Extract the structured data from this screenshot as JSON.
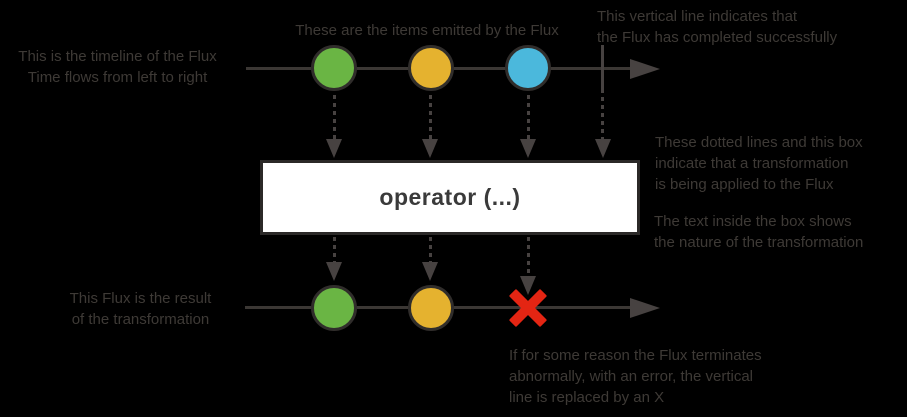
{
  "colors": {
    "background": "#000000",
    "annotation_text": "#3e3a36",
    "timeline_line": "#3b3734",
    "arrowhead": "#474241",
    "marble_border": "#302d2b",
    "marble_green": "#6ab544",
    "marble_yellow": "#e5b22f",
    "marble_blue": "#4bb8dc",
    "error_x": "#e42513",
    "operator_box_bg": "#ffffff",
    "operator_box_border": "#2b2928",
    "operator_text": "#3a3a3a"
  },
  "annotations": {
    "top_left": "This is the timeline of the Flux\nTime flows from left to right",
    "top_middle": "These are the items emitted by the Flux",
    "top_right": "This vertical line indicates that\nthe Flux has completed successfully",
    "right_transformation": "These dotted lines and this box\nindicate that a transformation\nis being applied to the Flux",
    "right_box_text": "The text inside the box shows\nthe nature of the transformation",
    "bottom_left": "This Flux is the result\nof the transformation",
    "bottom_right": "If for some reason the Flux terminates\nabnormally, with an error, the vertical\nline is replaced by an X"
  },
  "operator_box": {
    "label": "operator (...)"
  },
  "source_flux": {
    "marble_colors": [
      "#6ab544",
      "#e5b22f",
      "#4bb8dc"
    ],
    "terminal": "complete"
  },
  "result_flux": {
    "marble_colors": [
      "#6ab544",
      "#e5b22f"
    ],
    "terminal": "error"
  }
}
